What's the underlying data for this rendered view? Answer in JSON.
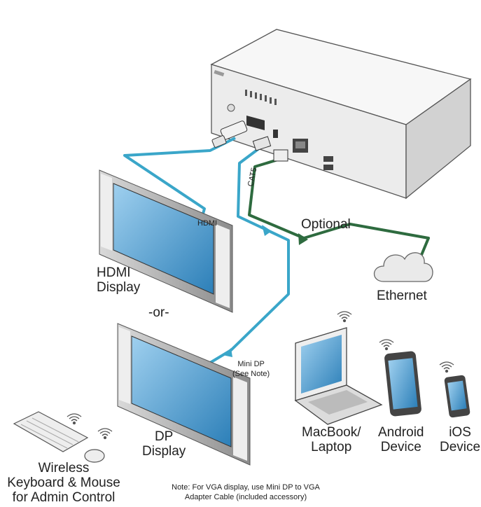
{
  "labels": {
    "hdmi_cable": "HDMI",
    "optional": "Optional",
    "cat5": "CAT5",
    "ethernet": "Ethernet",
    "hdmi_display_line1": "HDMI",
    "hdmi_display_line2": "Display",
    "or": "-or-",
    "mini_dp_line1": "Mini DP",
    "mini_dp_line2": "(See Note)",
    "dp_display_line1": "DP",
    "dp_display_line2": "Display",
    "macbook_line1": "MacBook/",
    "macbook_line2": "Laptop",
    "android_line1": "Android",
    "android_line2": "Device",
    "ios_line1": "iOS",
    "ios_line2": "Device",
    "keyboard_line1": "Wireless",
    "keyboard_line2": "Keyboard & Mouse",
    "keyboard_line3": "for Admin Control",
    "note_line1": "Note: For VGA display, use Mini DP to VGA",
    "note_line2": "Adapter Cable (included accessory)"
  },
  "colors": {
    "hdmi_cable": "#3aa6c9",
    "ethernet_cable": "#2e6b3f",
    "screen": "#4b9ccf",
    "device_body": "#f2f2f2",
    "outline": "#555555"
  }
}
